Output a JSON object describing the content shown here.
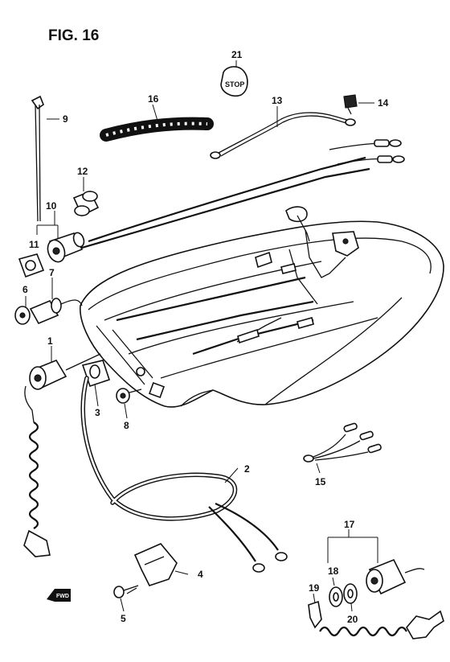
{
  "figure": {
    "title": "FIG. 16"
  },
  "stop_label": "STOP",
  "fwd_label": "FWD",
  "parts": [
    {
      "ref": "1"
    },
    {
      "ref": "2"
    },
    {
      "ref": "3"
    },
    {
      "ref": "4"
    },
    {
      "ref": "5"
    },
    {
      "ref": "6"
    },
    {
      "ref": "7"
    },
    {
      "ref": "8"
    },
    {
      "ref": "9"
    },
    {
      "ref": "10"
    },
    {
      "ref": "11"
    },
    {
      "ref": "12"
    },
    {
      "ref": "13"
    },
    {
      "ref": "14"
    },
    {
      "ref": "15"
    },
    {
      "ref": "16"
    },
    {
      "ref": "17"
    },
    {
      "ref": "18"
    },
    {
      "ref": "19"
    },
    {
      "ref": "20"
    },
    {
      "ref": "21"
    }
  ]
}
